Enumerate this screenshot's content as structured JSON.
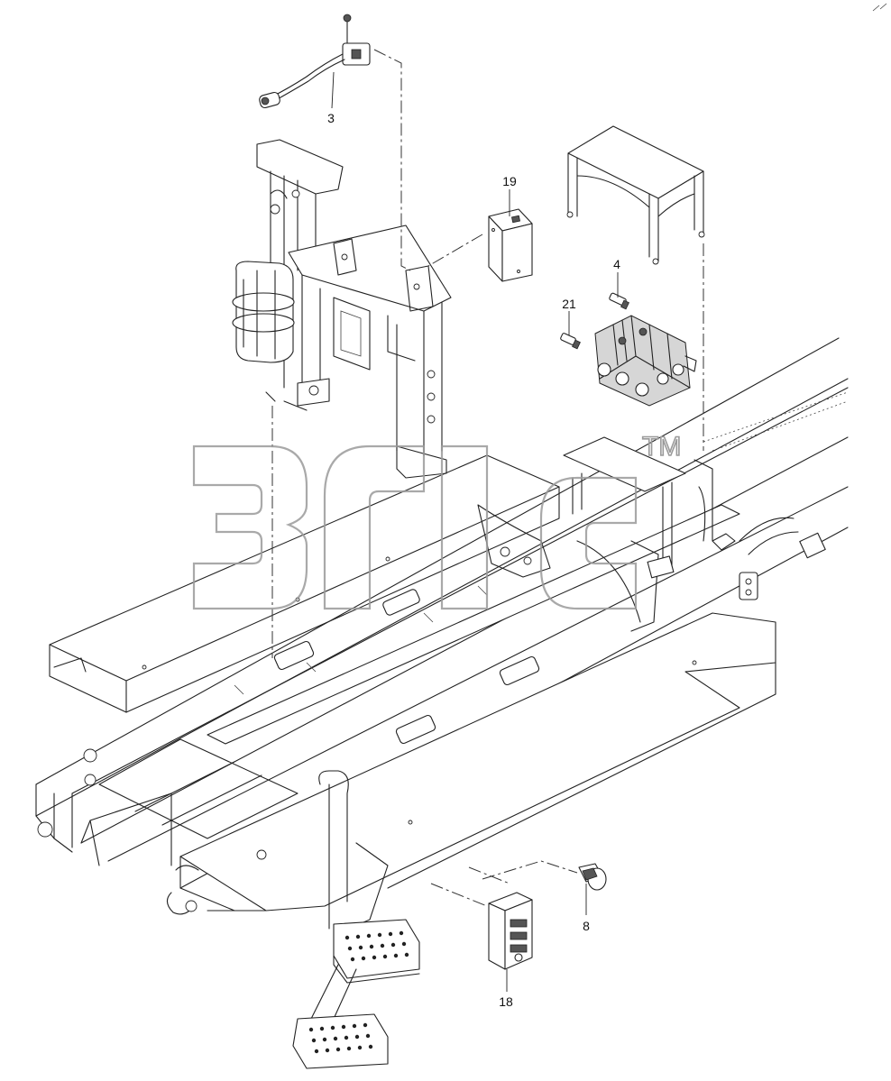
{
  "diagram": {
    "part_labels": {
      "p3": "3",
      "p19": "19",
      "p4": "4",
      "p21": "21",
      "p8": "8",
      "p18": "18"
    },
    "watermark": {
      "text": "3ric",
      "trademark": "TM"
    }
  }
}
